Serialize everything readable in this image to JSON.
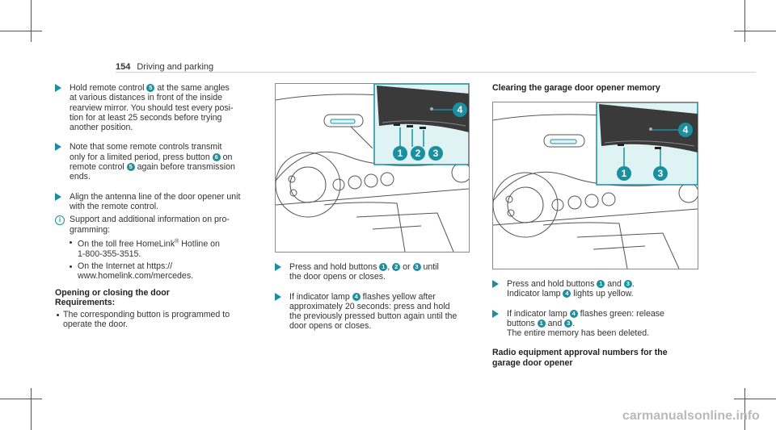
{
  "header": {
    "page_number": "154",
    "section": "Driving and parking"
  },
  "left_col": {
    "step1": [
      "Hold remote control ",
      "5",
      " at the same angles",
      "at various distances in front of the inside",
      "rearview mirror. You should test every posi-",
      "tion for at least 25 seconds before trying",
      "another position."
    ],
    "step2": [
      "Note that some remote controls transmit",
      "only for a limited period, press button ",
      "6",
      " on",
      "remote control ",
      "5",
      " again before transmission",
      "ends."
    ],
    "step3": [
      "Align the antenna line of the door opener unit",
      "with the remote control."
    ],
    "info": [
      "Support and additional information on pro-",
      "gramming:"
    ],
    "bullet1": [
      "On the toll free HomeLink",
      "®",
      " Hotline on",
      "1-800-355-3515."
    ],
    "bullet2": [
      "On the Internet at https://",
      "www.homelink.com/mercedes."
    ],
    "heading": "Opening or closing the door",
    "requirements": "Requirements:",
    "bullet3": [
      "The corresponding button is programmed to",
      "operate the door."
    ]
  },
  "mid_col": {
    "step1": [
      "Press and hold buttons ",
      "1",
      ", ",
      "2",
      " or ",
      "3",
      " until",
      "the door opens or closes."
    ],
    "step2": [
      "If indicator lamp ",
      "4",
      " flashes yellow after",
      "approximately 20 seconds: press and hold",
      "the previously pressed button again until the",
      "door opens or closes."
    ],
    "figure_labels": [
      "1",
      "2",
      "3",
      "4"
    ]
  },
  "right_col": {
    "heading": "Clearing the garage door opener memory",
    "step1": [
      "Press and hold buttons ",
      "1",
      " and ",
      "3",
      ".",
      "Indicator lamp ",
      "4",
      " lights up yellow."
    ],
    "step2": [
      "If indicator lamp ",
      "4",
      " flashes green: release",
      "buttons ",
      "1",
      " and ",
      "3",
      ".",
      "The entire memory has been deleted."
    ],
    "heading2": [
      "Radio equipment approval numbers for the",
      "garage door opener"
    ],
    "figure_labels": [
      "1",
      "3",
      "4"
    ]
  },
  "watermark": "carmanualsonline.info",
  "colors": {
    "accent": "#1a8fa0",
    "panel": "#dff3f5"
  }
}
